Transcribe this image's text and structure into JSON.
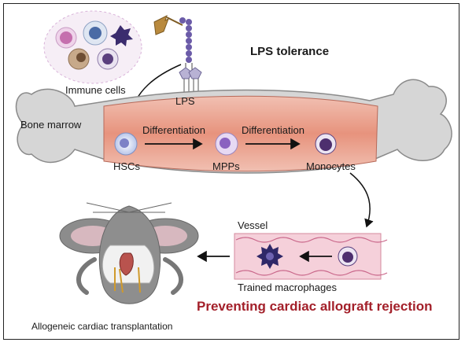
{
  "title": "LPS tolerance",
  "labels": {
    "immune_cells": "Immune cells",
    "lps": "LPS",
    "bone_marrow": "Bone marrow",
    "differentiation_1": "Differentiation",
    "differentiation_2": "Differentiation",
    "hscs": "HSCs",
    "mpps": "MPPs",
    "monocytes": "Monocytes",
    "vessel": "Vessel",
    "trained_macrophages": "Trained macrophages",
    "outcome": "Preventing cardiac allograft rejection",
    "transplantation": "Allogeneic cardiac transplantation"
  },
  "colors": {
    "outcome_text": "#a3202a",
    "bone": "#dcdcdc",
    "marrow": "#e8a08c",
    "vessel": "#f3c8d2",
    "cell_purple": "#5a3f7e"
  }
}
